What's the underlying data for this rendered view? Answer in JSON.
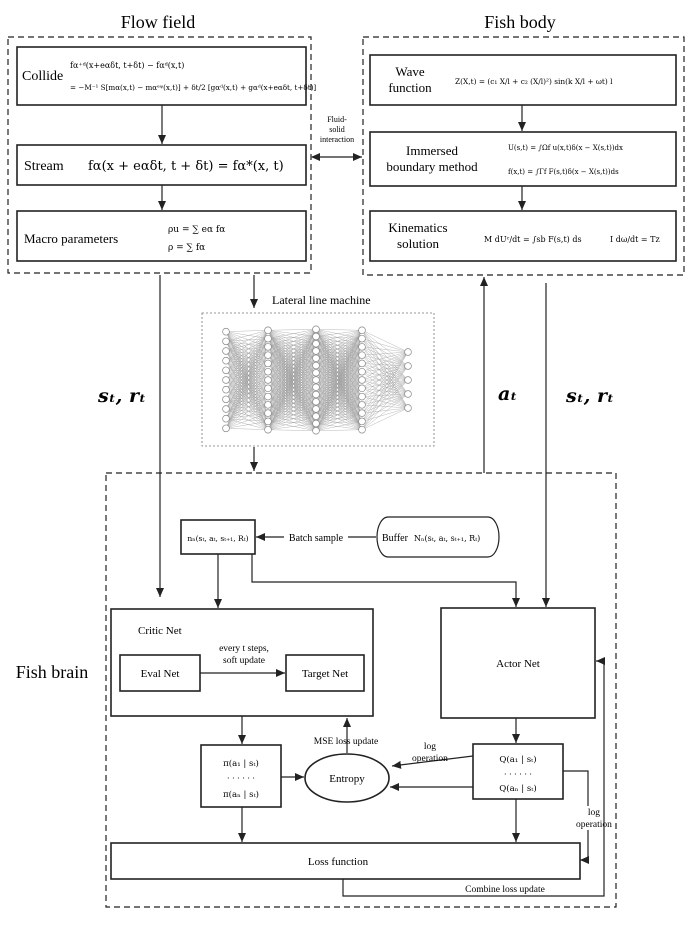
{
  "sections": {
    "flow_field": "Flow field",
    "fish_body": "Fish body",
    "fish_brain": "Fish brain"
  },
  "flow": {
    "collide_label": "Collide",
    "collide_eq1": "fα⁺ᵈ(x+eαδt, t+δt) − fαᵈ(x,t)",
    "collide_eq2": "= −M⁻¹ S[mα(x,t) − mαᵉᵠ(x,t)] + δt/2 [gαᵈ(x,t) + gαᵈ(x+eαδt, t+δt)]",
    "stream_label": "Stream",
    "stream_eq": "fα(x + eαδt, t + δt) = fα*(x, t)",
    "macro_label": "Macro parameters",
    "macro_eq1": "ρu = ∑ eα fα",
    "macro_eq2": "ρ = ∑ fα"
  },
  "body": {
    "wave_label_1": "Wave",
    "wave_label_2": "function",
    "wave_eq": "Z(X,t) = (c₁ X/l + c₂ (X/l)²) sin(k X/l + ωt) l",
    "ibm_label_1": "Immersed",
    "ibm_label_2": "boundary method",
    "ibm_eq1": "U(s,t) = ∫Ωf u(x,t)δ(x − X(s,t))dx",
    "ibm_eq2": "f(x,t) = ∫Γf F(s,t)δ(x − X(s,t))ds",
    "kin_label_1": "Kinematics",
    "kin_label_2": "solution",
    "kin_eq1": "M dUᶜ/dt = ∫sb F(s,t) ds",
    "kin_eq2": "I dω/dt = Tz"
  },
  "interaction": {
    "line1": "Fluid-",
    "line2": "solid",
    "line3": "interaction"
  },
  "lateral_line": "Lateral line machine",
  "signals": {
    "state_reward_left": "sₜ, rₜ",
    "action": "aₜ",
    "state_reward_right": "sₜ, rₜ"
  },
  "brain": {
    "batch_tuple": "nₙ(sₜ, aₜ, sₜ₊₁, Rₜ)",
    "batch_sample": "Batch sample",
    "buffer_label": "Buffer",
    "buffer_tuple": "Nₙ(sₜ, aₜ, sₜ₊₁, Rₜ)",
    "critic_net": "Critic Net",
    "eval_net": "Eval Net",
    "target_net": "Target Net",
    "soft_update_1": "every t steps,",
    "soft_update_2": "soft update",
    "actor_net": "Actor Net",
    "mse_update": "MSE loss update",
    "entropy": "Entropy",
    "pi_1": "π(a₁ | sₜ)",
    "pi_dots": "· · · · · ·",
    "pi_n": "π(aₙ | sₜ)",
    "q_1": "Q(a₁ | sₜ)",
    "q_dots": "· · · · · ·",
    "q_n": "Q(aₙ | sₜ)",
    "log_op_1a": "log",
    "log_op_1b": "operation",
    "log_op_2a": "log",
    "log_op_2b": "operation",
    "loss_function": "Loss function",
    "combine_update": "Combine loss update"
  }
}
